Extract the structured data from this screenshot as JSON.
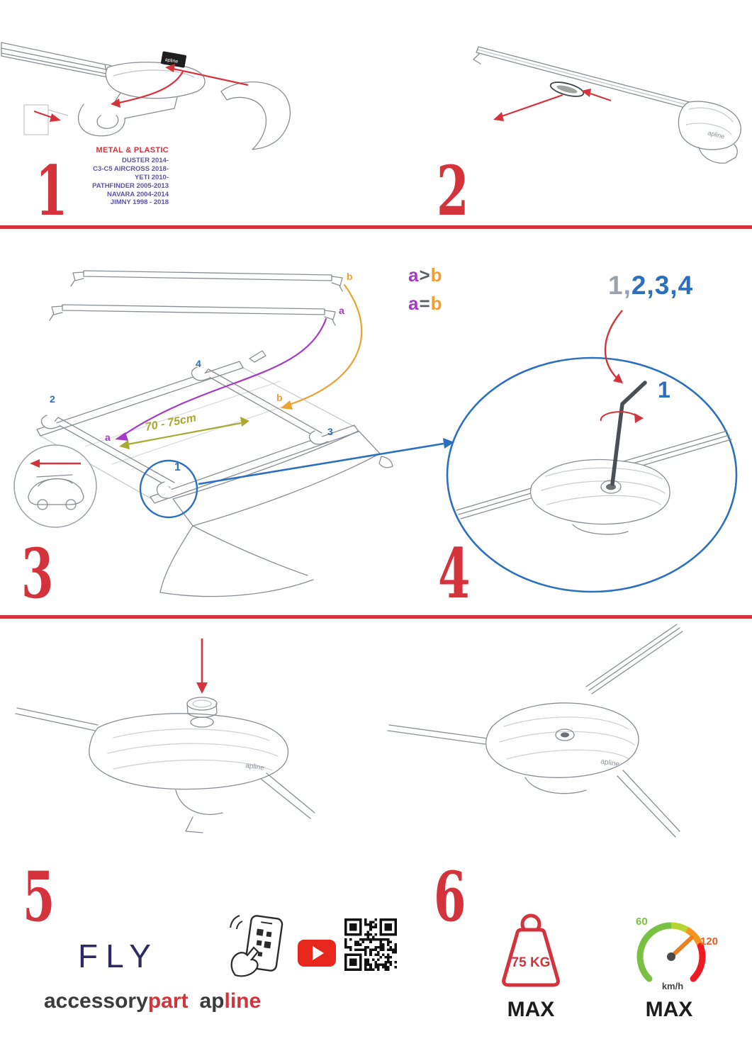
{
  "colors": {
    "red": "#d5333b",
    "blue": "#2a6fc0",
    "purple": "#a43bc4",
    "orange": "#f0a030",
    "olive": "#a8a832",
    "gray": "#9aa3ad",
    "navy": "#2e2a66",
    "green": "#7ac143",
    "speed_orange": "#f0592a"
  },
  "step1": {
    "num": "1",
    "material_label": "METAL & PLASTIC",
    "vehicles": [
      "DUSTER 2014-",
      "C3-C5 AIRCROSS 2018-",
      "YETI 2010-",
      "PATHFINDER 2005-2013",
      "NAVARA 2004-2014",
      "JIMNY 1998 - 2018"
    ]
  },
  "step2": {
    "num": "2"
  },
  "step3": {
    "num": "3",
    "measure": "70 - 75cm",
    "rule1": {
      "a": "a",
      "op": ">",
      "b": "b"
    },
    "rule2": {
      "a": "a",
      "op": "=",
      "b": "b"
    },
    "loose_bar_b": "b",
    "loose_bar_a": "a",
    "roof_a": "a",
    "roof_b": "b",
    "pos1": "1",
    "pos2": "2",
    "pos3": "3",
    "pos4": "4"
  },
  "step4": {
    "num": "4",
    "seq_first": "1,",
    "seq_rest": "2,3,4",
    "callout": "1"
  },
  "step5": {
    "num": "5"
  },
  "step6": {
    "num": "6",
    "weight_value": "75 KG",
    "weight_max_label": "MAX",
    "speed_low": "60",
    "speed_high": "120",
    "speed_unit": "km/h",
    "speed_max_label": "MAX"
  },
  "brand": {
    "model": "FLY",
    "name_part1": "accessory",
    "name_part2": "part",
    "sub_part1": "ap",
    "sub_part2": "line",
    "bar_logo": "apline"
  }
}
